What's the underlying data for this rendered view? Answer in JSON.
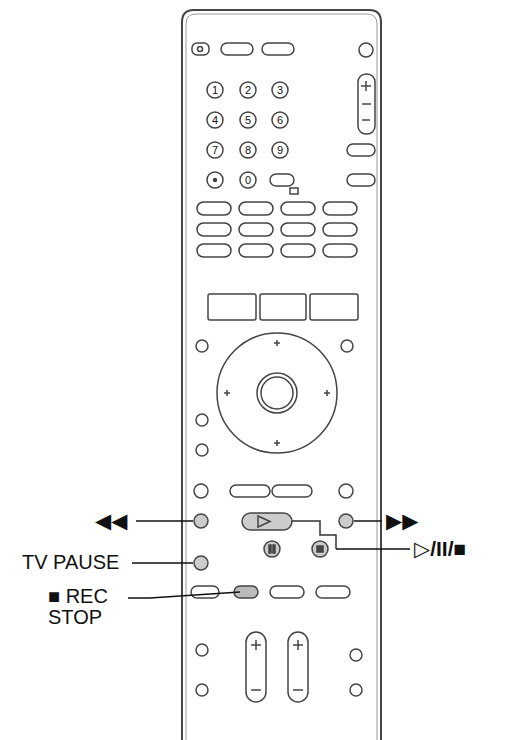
{
  "diagram": {
    "labels": [
      "◀◀",
      "▶▶",
      "TV PAUSE",
      "▷/II/■",
      "■ REC STOP",
      "1",
      "2",
      "3",
      "4",
      "5",
      "6",
      "7",
      "8",
      "9",
      "0"
    ]
  }
}
